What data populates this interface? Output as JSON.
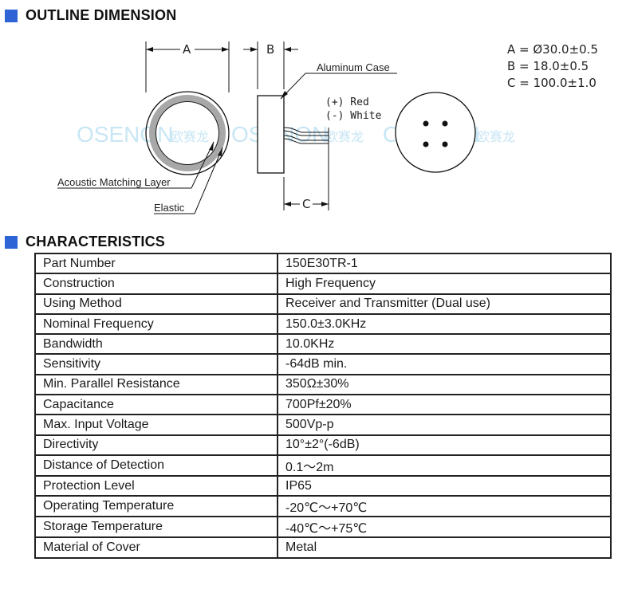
{
  "outline": {
    "title": "OUTLINE DIMENSION",
    "dim_labels": {
      "a": "A",
      "b": "B",
      "c": "C"
    },
    "labels": {
      "aluminum_case": "Aluminum Case",
      "acoustic_layer": "Acoustic Matching Layer",
      "elastic": "Elastic",
      "wire_red": "(+) Red",
      "wire_white": "(-) White"
    },
    "specs": [
      "A = Ø30.0±0.5",
      "B = 18.0±0.5",
      "C = 100.0±1.0"
    ],
    "watermark": {
      "brand": "OSENON",
      "cn": "欧赛龙"
    },
    "colors": {
      "accent": "#2e64d6",
      "ring": "#a8a8a8"
    }
  },
  "characteristics": {
    "title": "CHARACTERISTICS",
    "rows": [
      {
        "label": "Part Number",
        "value": "150E30TR-1"
      },
      {
        "label": "Construction",
        "value": "High Frequency"
      },
      {
        "label": "Using Method",
        "value": "Receiver and Transmitter (Dual use)"
      },
      {
        "label": "Nominal Frequency",
        "value": "150.0±3.0KHz"
      },
      {
        "label": "Bandwidth",
        "value": "10.0KHz"
      },
      {
        "label": "Sensitivity",
        "value": "-64dB min."
      },
      {
        "label": "Min. Parallel Resistance",
        "value": "350Ω±30%"
      },
      {
        "label": "Capacitance",
        "value": "700Pf±20%"
      },
      {
        "label": "Max. Input Voltage",
        "value": "500Vp-p"
      },
      {
        "label": "Directivity",
        "value": "10°±2°(-6dB)"
      },
      {
        "label": "Distance of Detection",
        "value": "0.1～2m"
      },
      {
        "label": "Protection Level",
        "value": "IP65"
      },
      {
        "label": "Operating Temperature",
        "value": "-20℃～+70℃"
      },
      {
        "label": "Storage Temperature",
        "value": "-40℃～+75℃"
      },
      {
        "label": "Material of Cover",
        "value": "Metal"
      }
    ]
  }
}
